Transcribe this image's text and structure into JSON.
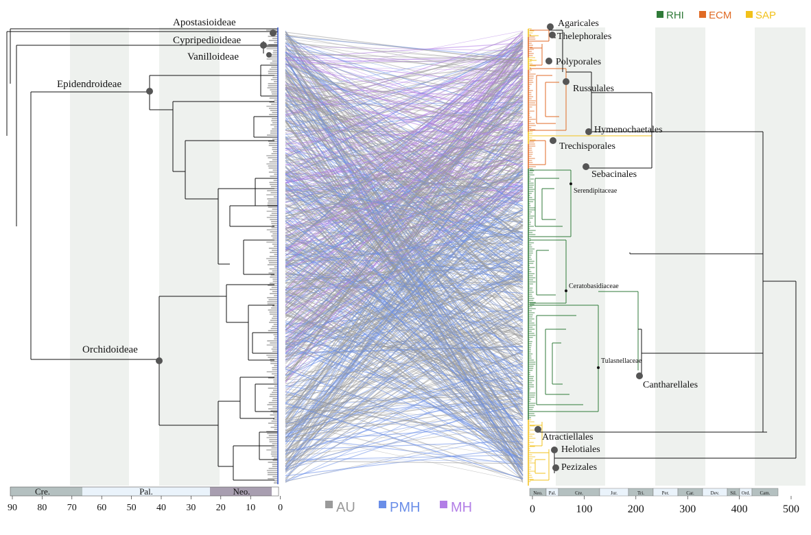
{
  "colors": {
    "band": "#eef1ee",
    "tree": "#111111",
    "node": "#555555",
    "AU": "#9a9a9a",
    "PMH": "#6a8ee8",
    "MH": "#b27ee6",
    "RHI": "#2f7a38",
    "ECM": "#e06a24",
    "SAP": "#f2c11a"
  },
  "orchid_tree": {
    "subfamilies": [
      "Apostasioideae",
      "Cypripedioideae",
      "Vanilloideae",
      "Epidendroideae",
      "Orchidoideae"
    ],
    "time_axis": {
      "ticks": [
        "90",
        "80",
        "70",
        "60",
        "50",
        "40",
        "30",
        "20",
        "10",
        "0"
      ],
      "periods": [
        {
          "label": "Cre.",
          "color": "#b4c0c0"
        },
        {
          "label": "Pal.",
          "color": "#eaf3fb"
        },
        {
          "label": "Neo.",
          "color": "#a89eb0"
        }
      ]
    }
  },
  "association_legend": [
    {
      "label": "AU",
      "key": "AU"
    },
    {
      "label": "PMH",
      "key": "PMH"
    },
    {
      "label": "MH",
      "key": "MH"
    }
  ],
  "fungal_tree": {
    "legend": [
      {
        "label": "RHI",
        "key": "RHI"
      },
      {
        "label": "ECM",
        "key": "ECM"
      },
      {
        "label": "SAP",
        "key": "SAP"
      }
    ],
    "orders": [
      "Agaricales",
      "Thelephorales",
      "Polyporales",
      "Russulales",
      "Hymenochaetales",
      "Trechisporales",
      "Sebacinales",
      "Cantharellales",
      "Atractiellales",
      "Helotiales",
      "Pezizales"
    ],
    "families": [
      "Serendipitaceae",
      "Ceratobasidiaceae",
      "Tulasnellaceae"
    ],
    "time_axis": {
      "ticks": [
        "0",
        "100",
        "200",
        "300",
        "400",
        "500"
      ],
      "periods": [
        {
          "label": "Neo.",
          "color": "#b4c0c0"
        },
        {
          "label": "Pal.",
          "color": "#eaf3fb"
        },
        {
          "label": "Cre.",
          "color": "#b4c0c0"
        },
        {
          "label": "Jur.",
          "color": "#eaf3fb"
        },
        {
          "label": "Tri.",
          "color": "#b4c0c0"
        },
        {
          "label": "Per.",
          "color": "#eaf3fb"
        },
        {
          "label": "Car.",
          "color": "#b4c0c0"
        },
        {
          "label": "Dev.",
          "color": "#eaf3fb"
        },
        {
          "label": "Sil.",
          "color": "#b4c0c0"
        },
        {
          "label": "Ord.",
          "color": "#eaf3fb"
        },
        {
          "label": "Cam.",
          "color": "#b4c0c0"
        }
      ]
    }
  }
}
